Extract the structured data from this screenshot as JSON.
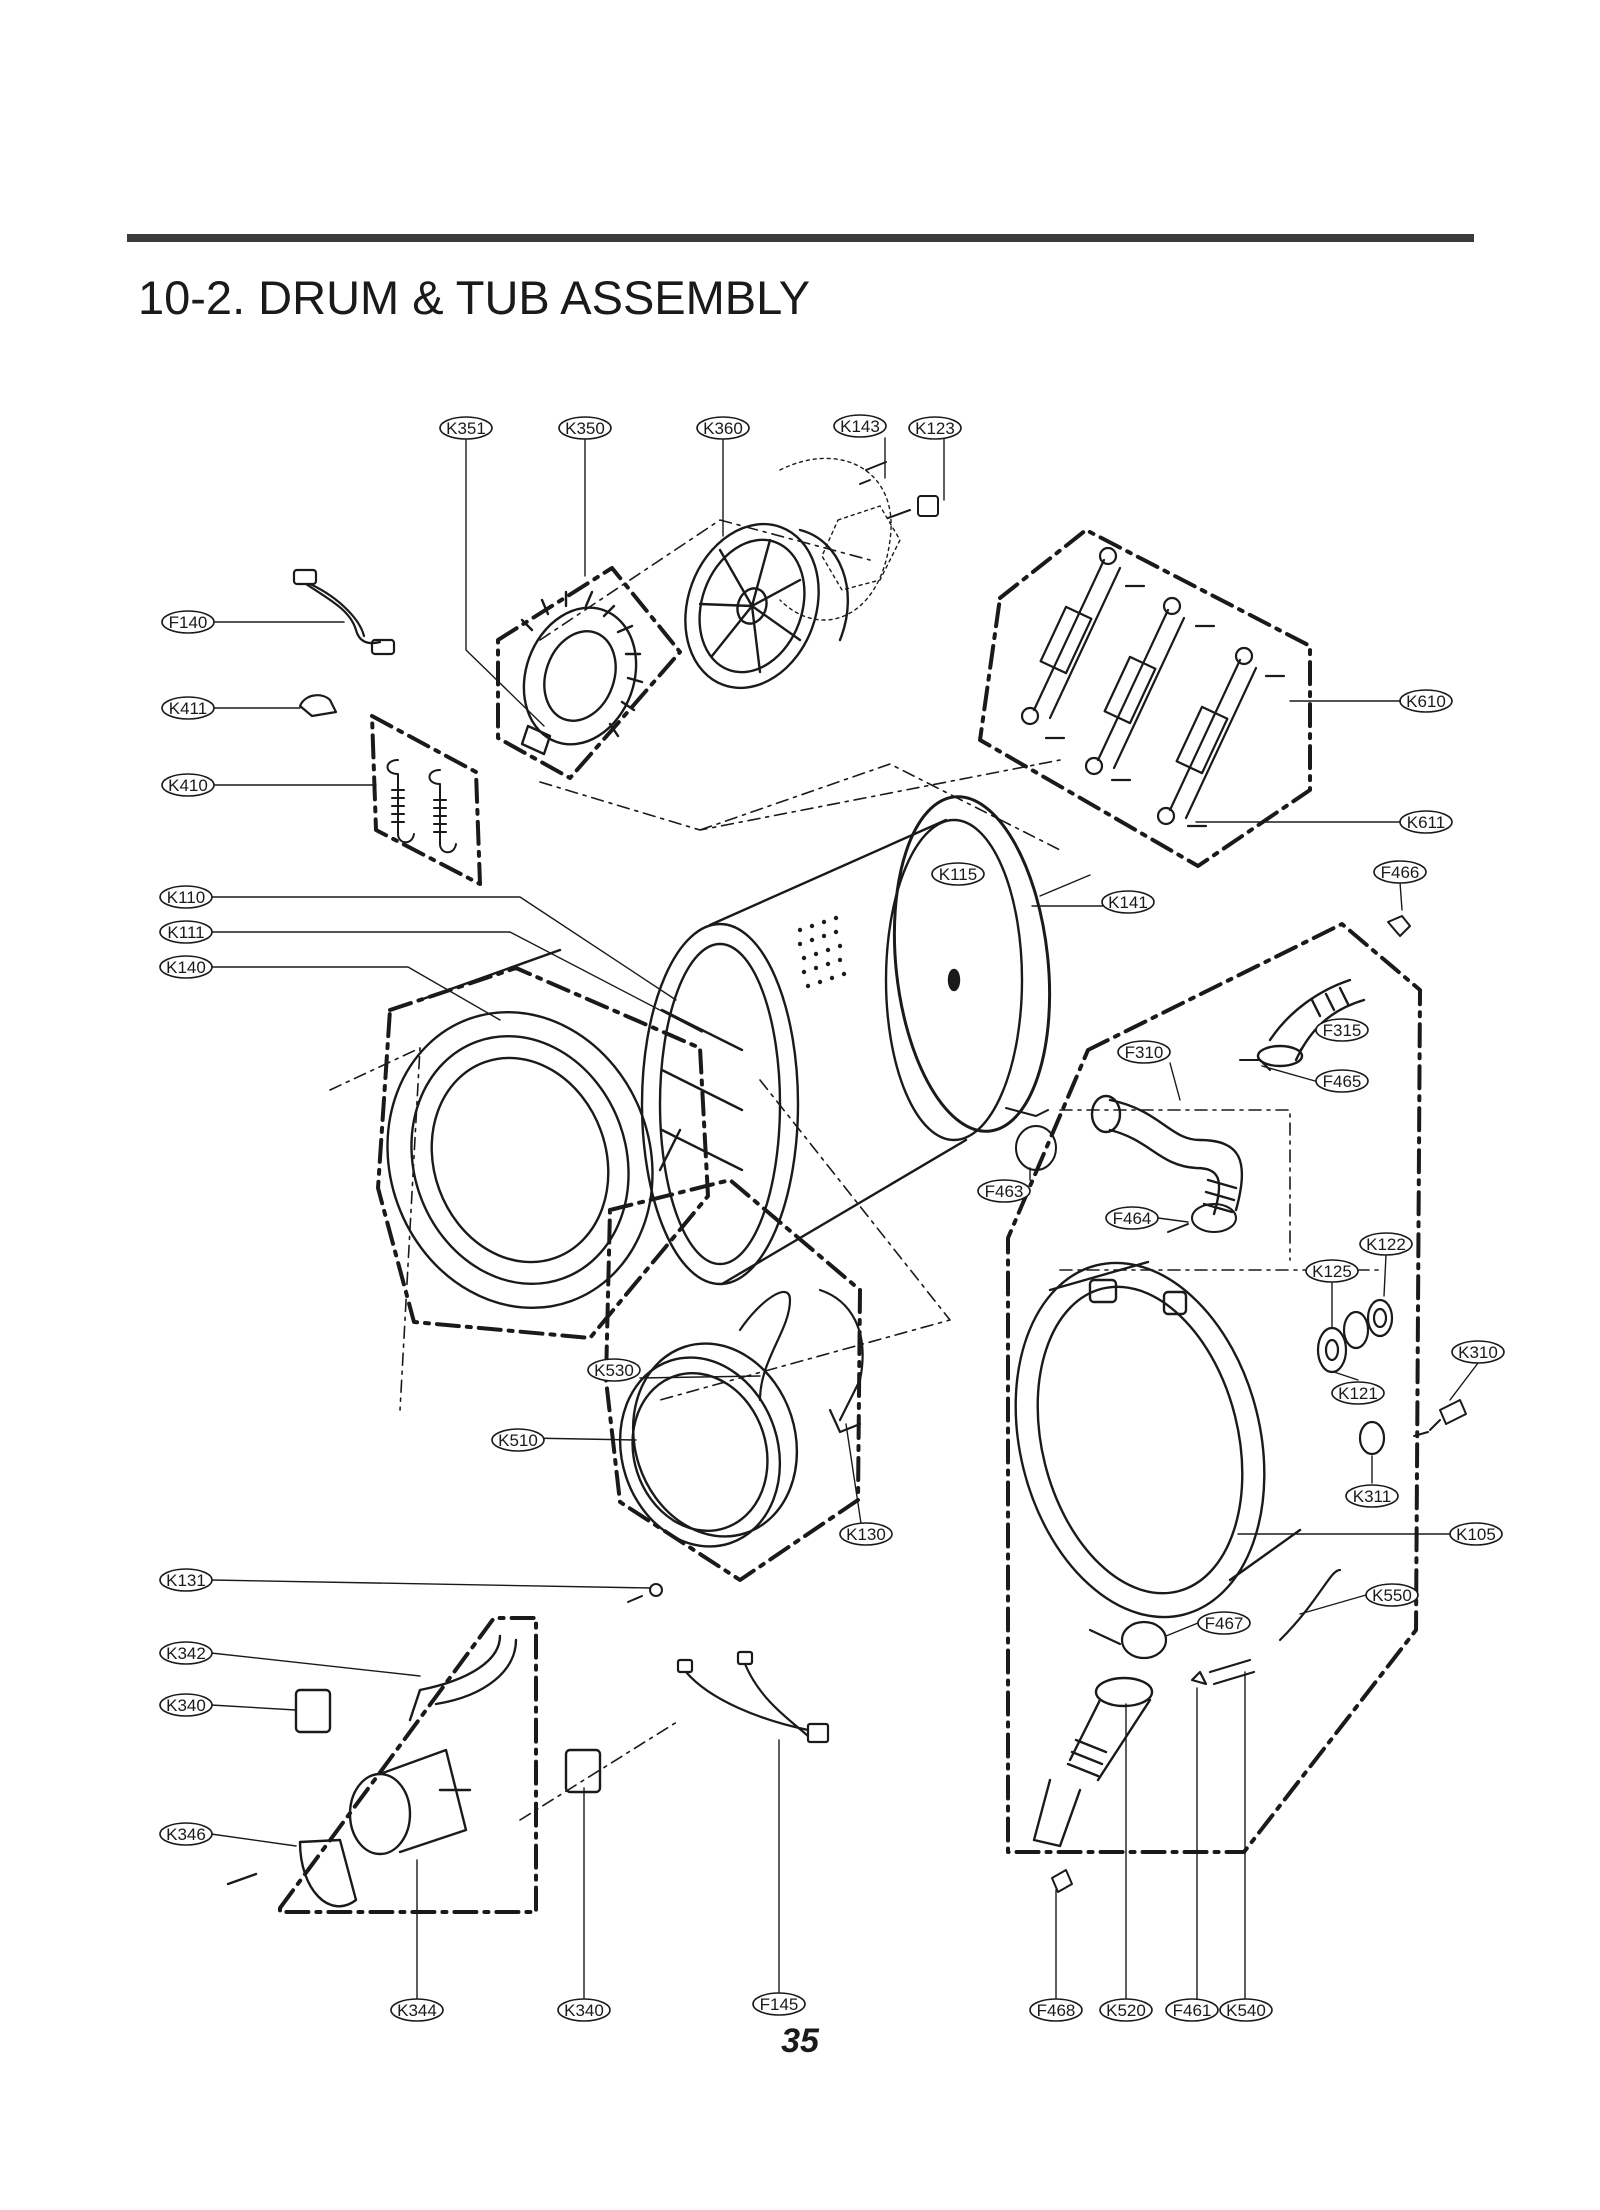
{
  "page": {
    "title": "10-2. DRUM & TUB ASSEMBLY",
    "page_number": "35"
  },
  "labels": {
    "K351": "K351",
    "K350": "K350",
    "K360": "K360",
    "K143": "K143",
    "K123": "K123",
    "F140": "F140",
    "K411": "K411",
    "K410": "K410",
    "K610": "K610",
    "K611": "K611",
    "K115": "K115",
    "K141": "K141",
    "F466": "F466",
    "K110": "K110",
    "K111": "K111",
    "K140": "K140",
    "F315": "F315",
    "F310": "F310",
    "F465": "F465",
    "F463": "F463",
    "F464": "F464",
    "K122": "K122",
    "K125": "K125",
    "K310": "K310",
    "K121": "K121",
    "K530": "K530",
    "K510": "K510",
    "K311": "K311",
    "K130": "K130",
    "K105": "K105",
    "K131": "K131",
    "K550": "K550",
    "F467": "F467",
    "K342": "K342",
    "K340": "K340",
    "K346": "K346",
    "K344": "K344",
    "K340b": "K340",
    "F145": "F145",
    "F468": "F468",
    "K520": "K520",
    "F461": "F461",
    "K540": "K540"
  }
}
